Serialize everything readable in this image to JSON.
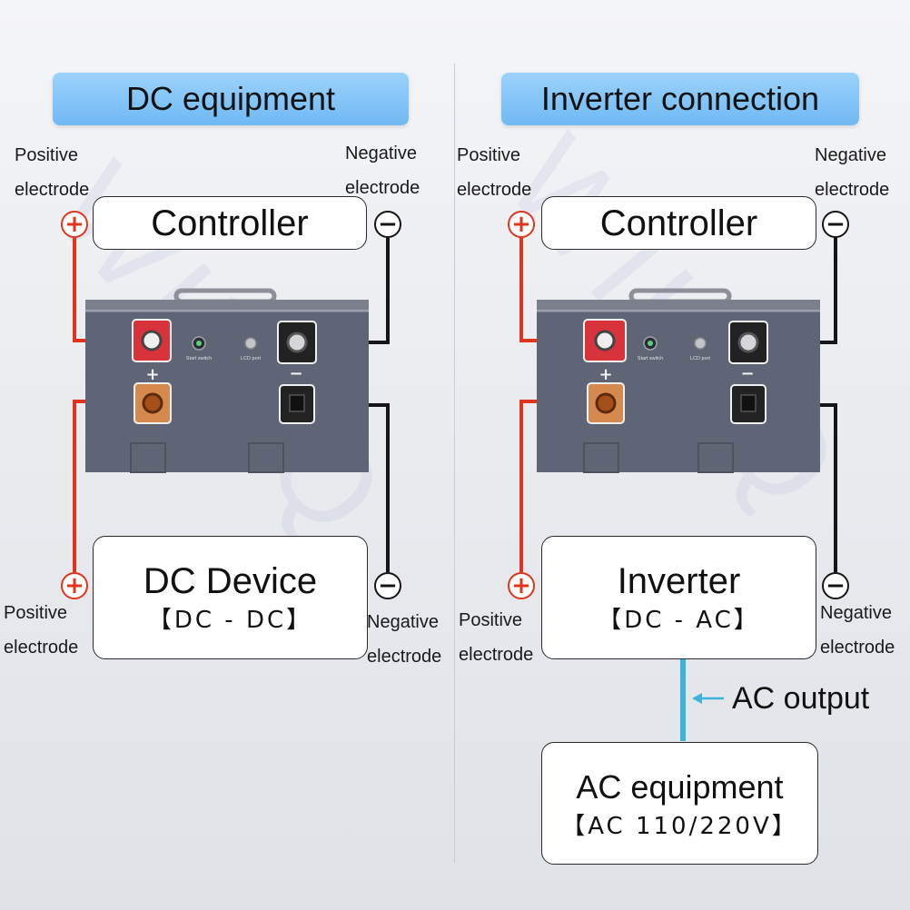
{
  "left": {
    "title": "DC equipment",
    "top_positive": "Positive\nelectrode",
    "top_negative": "Negative\nelectrode",
    "controller": "Controller",
    "device_title": "DC Device",
    "device_sub": "【DC - DC】",
    "bottom_positive": "Positive\nelectrode",
    "bottom_negative": "Negative\nelectrode"
  },
  "right": {
    "title": "Inverter connection",
    "top_positive": "Positive\nelectrode",
    "top_negative": "Negative\nelectrode",
    "controller": "Controller",
    "device_title": "Inverter",
    "device_sub": "【DC - AC】",
    "bottom_positive": "Positive\nelectrode",
    "bottom_negative": "Negative\nelectrode",
    "ac_output": "AC output",
    "ac_equipment": "AC equipment",
    "ac_equipment_sub": "【AC 110/220V】"
  },
  "battery": {
    "start_switch": "Start switch",
    "lcd_port": "LCD port",
    "plus": "+",
    "minus": "−"
  },
  "symbols": {
    "positive": "+",
    "negative": "−"
  },
  "watermark": "WILLQ",
  "colors": {
    "positive_wire": "#e0341d",
    "negative_wire": "#161616",
    "ac_wire": "#3ab4dd",
    "pill": "#7cc0f6",
    "battery_body": "#5e6473"
  }
}
